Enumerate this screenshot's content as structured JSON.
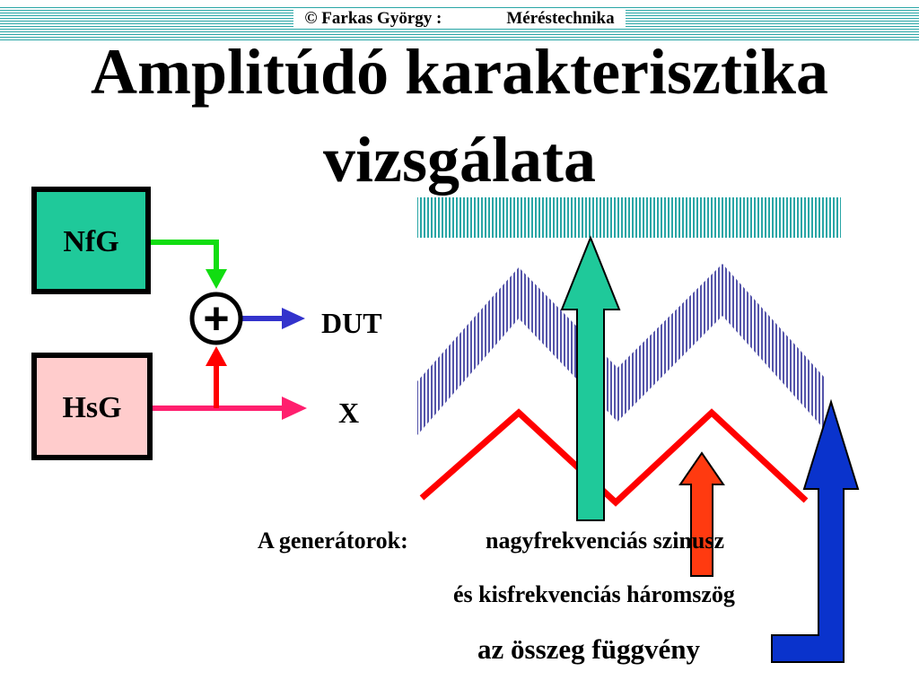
{
  "header": {
    "author": "© Farkas György :",
    "course": "Méréstechnika"
  },
  "title": {
    "line1": "Amplitúdó karakterisztika",
    "line2": "vizsgálata"
  },
  "blocks": {
    "nfg": "NfG",
    "hsg": "HsG"
  },
  "outputs": {
    "dut": "DUT",
    "x": "X"
  },
  "adder_symbol": "+",
  "captions": {
    "generators_label": "A generátorok:",
    "hf_sine": "nagyfrekvenciás szinusz",
    "lf_triangle": "és kisfrekvenciás háromszög",
    "sum": "az összeg függvény"
  },
  "colors": {
    "nfg_fill": "#1fc99a",
    "hsg_fill": "#ffcccc",
    "green_wire": "#11dd11",
    "red_wire": "#ff0000",
    "pink_wire": "#ff1f6e",
    "blue_wire": "#3333cc",
    "hatch_teal": "#2aa6a6",
    "hatch_blue": "#5555aa",
    "triangle_red": "#ff0000",
    "arrow_teal": "#1fc99a",
    "arrow_orange": "#ff3a10",
    "arrow_blue": "#0a33cc"
  }
}
